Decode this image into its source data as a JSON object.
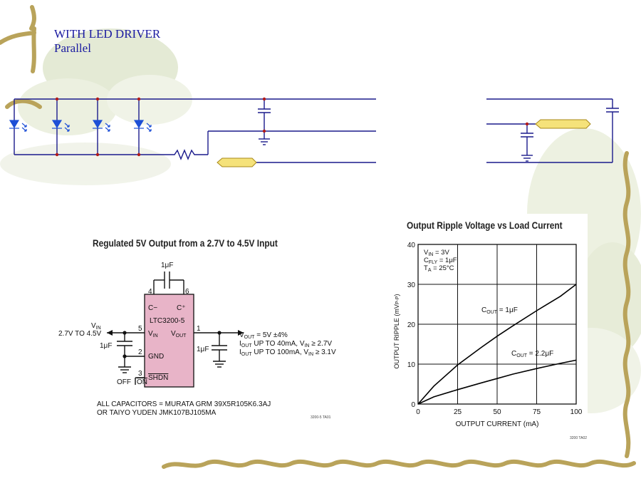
{
  "slide": {
    "title_line1": "WITH LED DRIVER",
    "title_line2": "Parallel"
  },
  "circuit": {
    "title": "Regulated 5V Output from a 2.7V to 4.5V Input",
    "chip_name": "LTC3200-5",
    "pins": {
      "cminus": "C−",
      "cplus": "C⁺",
      "vin": "V",
      "vin_sub": "IN",
      "vout": "V",
      "vout_sub": "OUT",
      "gnd": "GND",
      "shdn": "SHDN"
    },
    "pin_numbers": [
      "4",
      "6",
      "5",
      "1",
      "2",
      "3"
    ],
    "flying_cap": "1μF",
    "vin_label": "V",
    "vin_label_sub": "IN",
    "vin_range": "2.7V TO 4.5V",
    "input_cap": "1μF",
    "output_cap": "1μF",
    "vout_line": "V",
    "vout_line_sub": "OUT",
    "vout_line_rest": " = 5V ±4%",
    "iout1": "I",
    "iout1_sub": "OUT",
    "iout1_rest": " UP TO 40mA, V",
    "iout1_sub2": "IN",
    "iout1_end": " ≥ 2.7V",
    "iout2": "I",
    "iout2_sub": "OUT",
    "iout2_rest": " UP TO 100mA, V",
    "iout2_sub2": "IN",
    "iout2_end": " ≥ 3.1V",
    "off": "OFF",
    "on": "ON",
    "note1": "ALL CAPACITORS = MURATA GRM 39X5R105K6.3AJ",
    "note2": "OR TAIYO YUDEN  JMK107BJ105MA",
    "figure_code": "3200-5 TA01"
  },
  "chart_data": {
    "type": "line",
    "title": "Output Ripple Voltage vs Load Current",
    "xlabel": "OUTPUT CURRENT (mA)",
    "ylabel": "OUTPUT RIPPLE (mV",
    "ylabel_sub": "P-P",
    "ylabel_end": ")",
    "xlim": [
      0,
      100
    ],
    "ylim": [
      0,
      40
    ],
    "xticks": [
      "0",
      "25",
      "50",
      "75",
      "100"
    ],
    "yticks": [
      "0",
      "10",
      "20",
      "30",
      "40"
    ],
    "grid": true,
    "conditions": [
      {
        "main": "V",
        "sub": "IN",
        "rest": " = 3V"
      },
      {
        "main": "C",
        "sub": "FLY",
        "rest": " = 1μF"
      },
      {
        "main": "T",
        "sub": "A",
        "rest": " = 25°C"
      }
    ],
    "series": [
      {
        "name": "C",
        "name_sub": "OUT",
        "name_rest": " = 1μF",
        "x": [
          0,
          10,
          25,
          40,
          50,
          60,
          75,
          90,
          100
        ],
        "values": [
          0,
          4.5,
          9.8,
          14.2,
          17.0,
          19.6,
          23.4,
          27.0,
          30.0
        ]
      },
      {
        "name": "C",
        "name_sub": "OUT",
        "name_rest": " = 2.2μF",
        "x": [
          0,
          10,
          25,
          40,
          50,
          60,
          75,
          90,
          100
        ],
        "values": [
          0,
          1.8,
          3.6,
          5.3,
          6.4,
          7.5,
          8.9,
          10.2,
          11.0
        ]
      }
    ],
    "figure_code": "3200 TA02",
    "color": "#000000"
  },
  "colors": {
    "chip": "#e8b4c8",
    "led": "#1d4fd6",
    "node": "#b01818",
    "tag": "#f5e27a",
    "tag_border": "#a8891a",
    "wire": "#1a1a8c"
  }
}
